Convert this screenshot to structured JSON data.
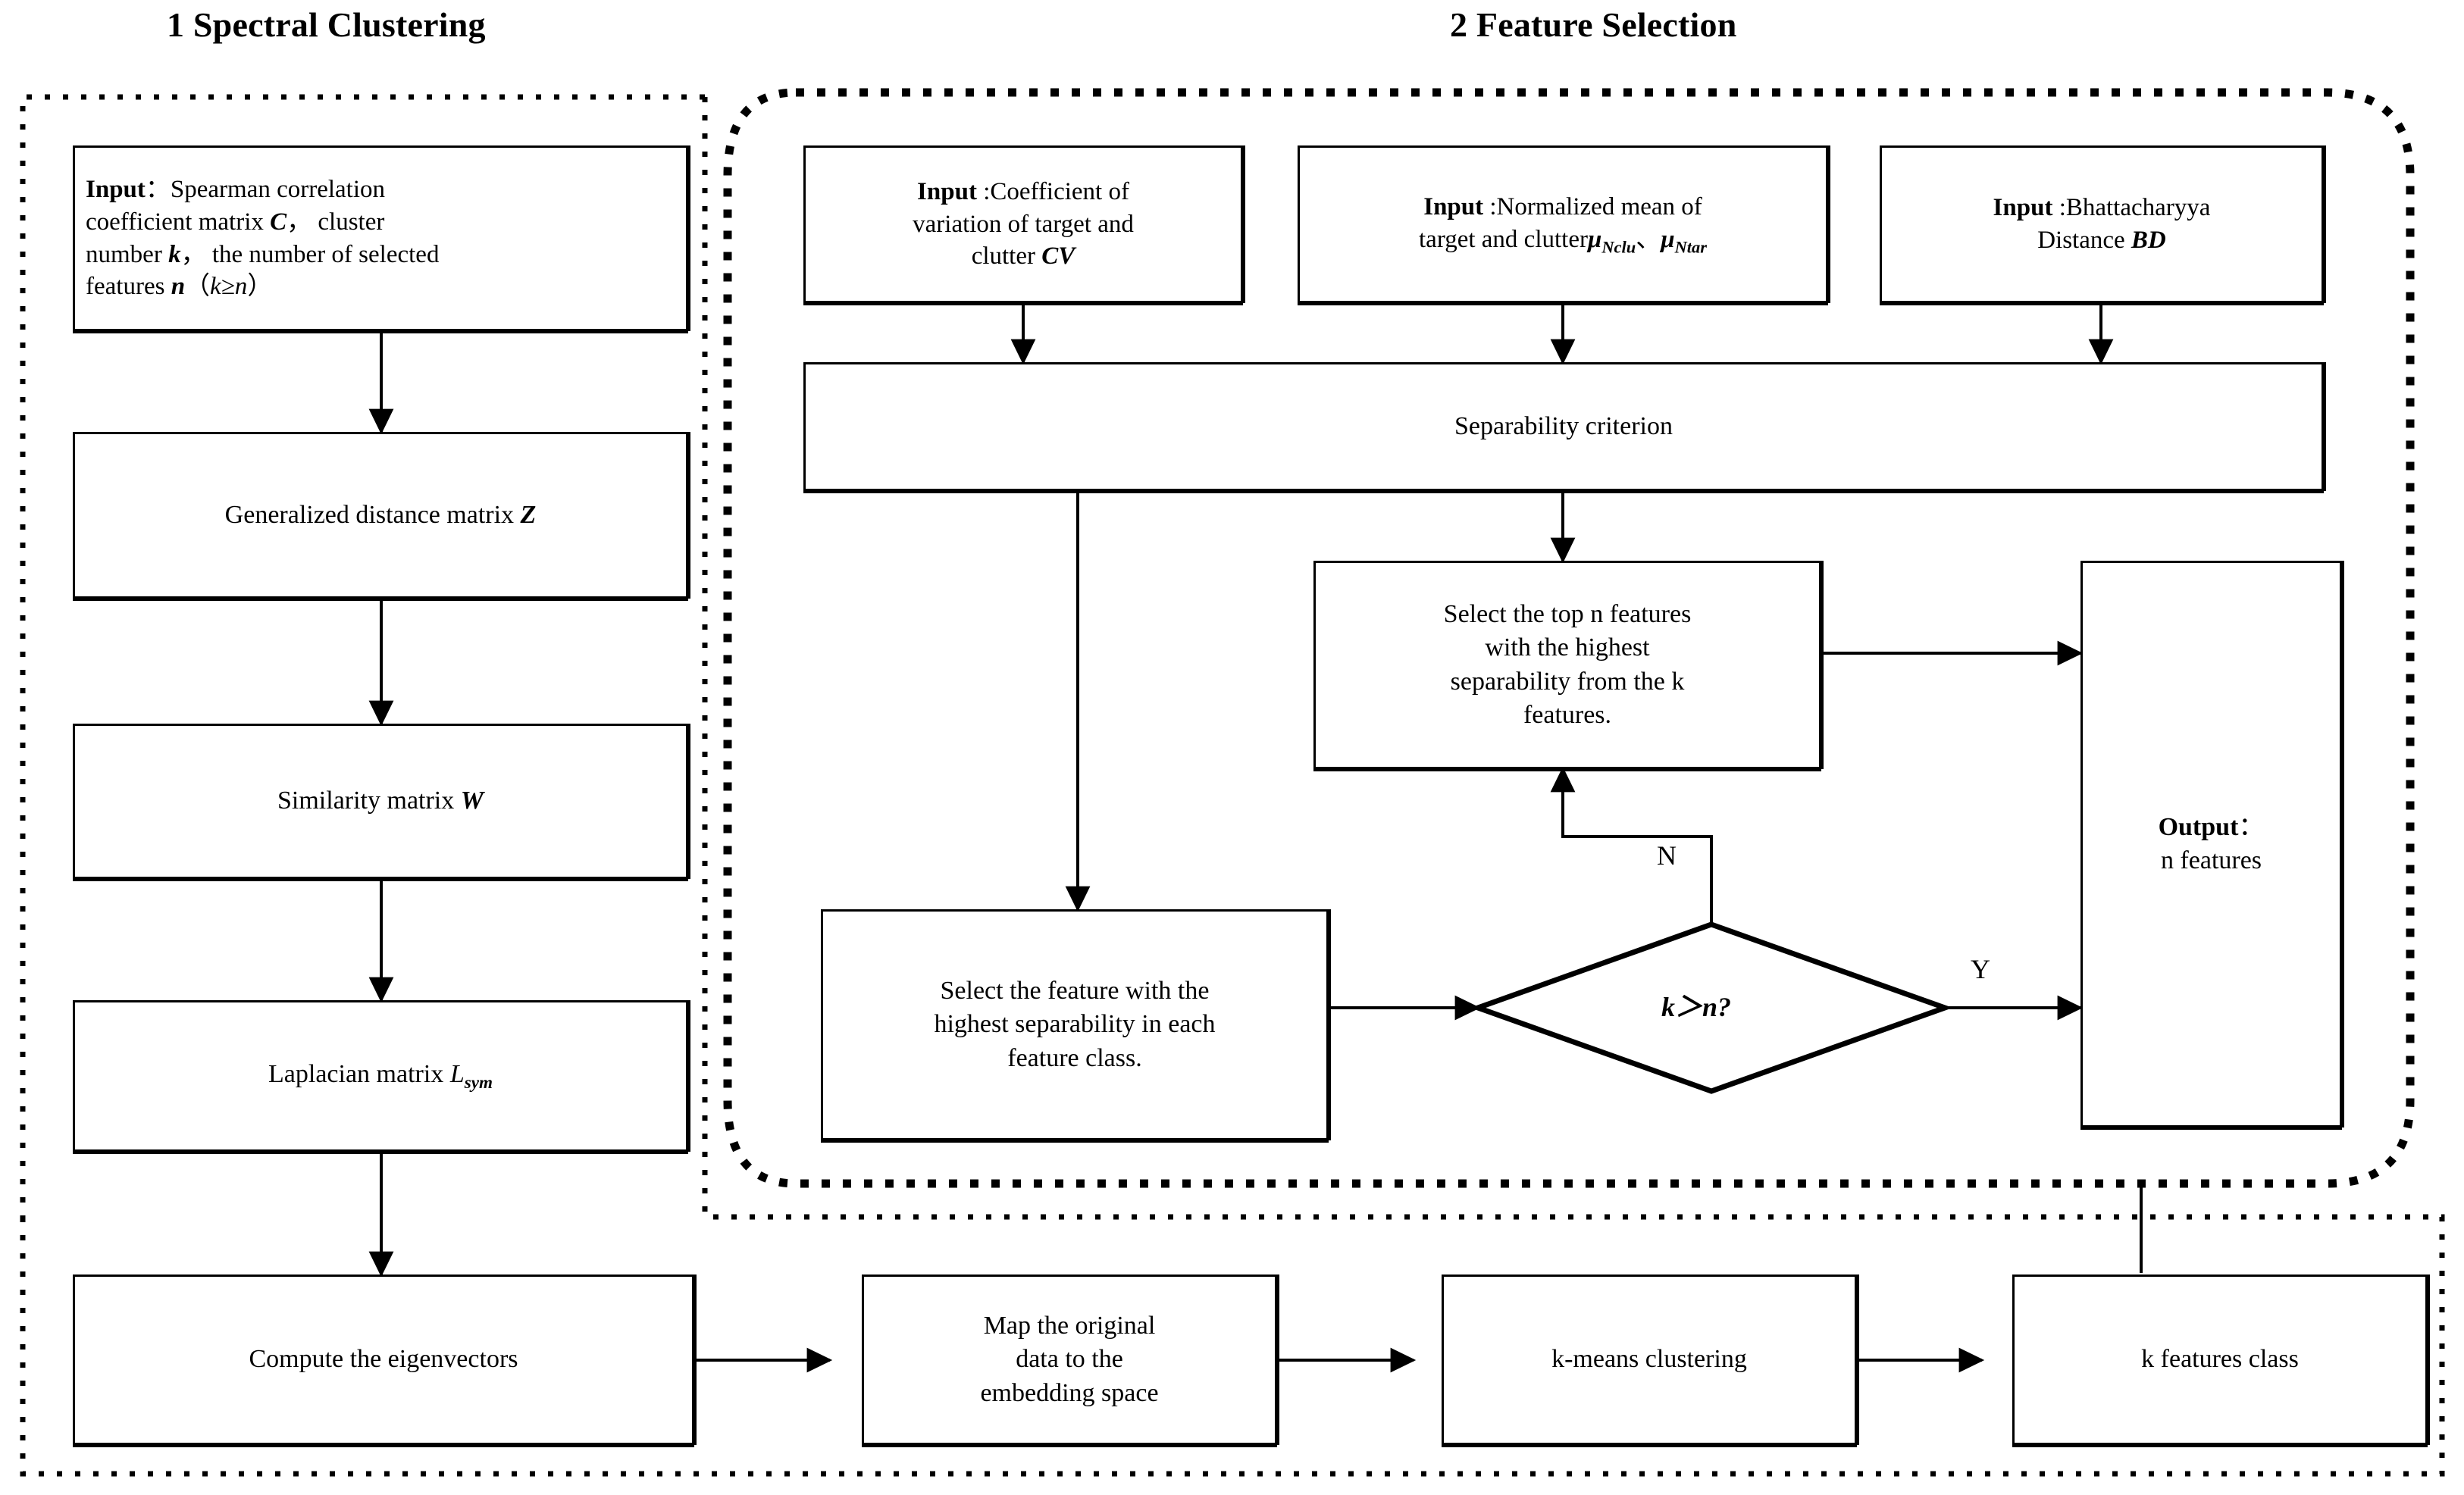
{
  "sections": [
    {
      "id": "spectral-clustering",
      "number": "1",
      "title": "1 Spectral Clustering",
      "border_style": "dotted-square"
    },
    {
      "id": "feature-selection",
      "number": "2",
      "title": "2 Feature Selection",
      "border_style": "dotted-rounded"
    }
  ],
  "boxes": {
    "input_spearman": {
      "label_prefix": "Input",
      "separator": "：",
      "line1": "Spearman correlation",
      "line2_a": "coefficient matrix ",
      "line2_var": "C",
      "line2_b": "，  cluster",
      "line3_a": "number ",
      "line3_var": "k",
      "line3_b": "，  the number of selected",
      "line4_a": "features ",
      "line4_var": "n",
      "line4_b": "（",
      "line4_cond": "k≥n",
      "line4_c": "）"
    },
    "generalized_distance": {
      "text": "Generalized distance matrix ",
      "symbol": "Z"
    },
    "similarity_matrix": {
      "text": "Similarity matrix  ",
      "symbol": "W"
    },
    "laplacian_matrix": {
      "text": "Laplacian matrix ",
      "symbol": "L",
      "subscript": "sym"
    },
    "compute_eigenvectors": {
      "text": "Compute the eigenvectors"
    },
    "map_embedding": {
      "line1": "Map the original",
      "line2": "data to the",
      "line3": "embedding space"
    },
    "kmeans_clustering": {
      "text": "k-means clustering"
    },
    "k_features_class": {
      "text": "k features class"
    },
    "input_cv": {
      "label_prefix": "Input",
      "separator": " :",
      "line1": "Coefficient of",
      "line2": "variation of target and",
      "line3_a": "clutter ",
      "line3_var": "CV"
    },
    "input_normalized_mean": {
      "label_prefix": "Input",
      "separator": " :",
      "line1": "Normalized mean of",
      "line2_a": "target and clutter",
      "line2_mu1": "μ",
      "line2_sub1": "Nclu",
      "line2_sep": "、",
      "line2_mu2": "μ",
      "line2_sub2": "Ntar"
    },
    "input_bhattacharyya": {
      "label_prefix": "Input",
      "separator": " :",
      "line1": "Bhattacharyya",
      "line2_a": "Distance ",
      "line2_var": "BD"
    },
    "separability_criterion": {
      "text": "Separability criterion"
    },
    "select_top_n": {
      "line1": "Select the top n features",
      "line2": "with the highest",
      "line3": "separability from the k",
      "line4": "features."
    },
    "select_highest_each_class": {
      "line1": "Select the feature with the",
      "line2": "highest separability in each",
      "line3": "feature class."
    },
    "output_n_features": {
      "label_prefix": "Output",
      "separator": "：",
      "line2": "n features"
    }
  },
  "decision": {
    "condition_a": "k",
    "condition_op": "＞",
    "condition_b": "n",
    "condition_q": "?",
    "condition_full": "k＞n?",
    "yes_label": "Y",
    "no_label": "N"
  },
  "colors": {
    "stroke": "#000000",
    "background": "#ffffff",
    "box_fill": "#ffffff"
  }
}
